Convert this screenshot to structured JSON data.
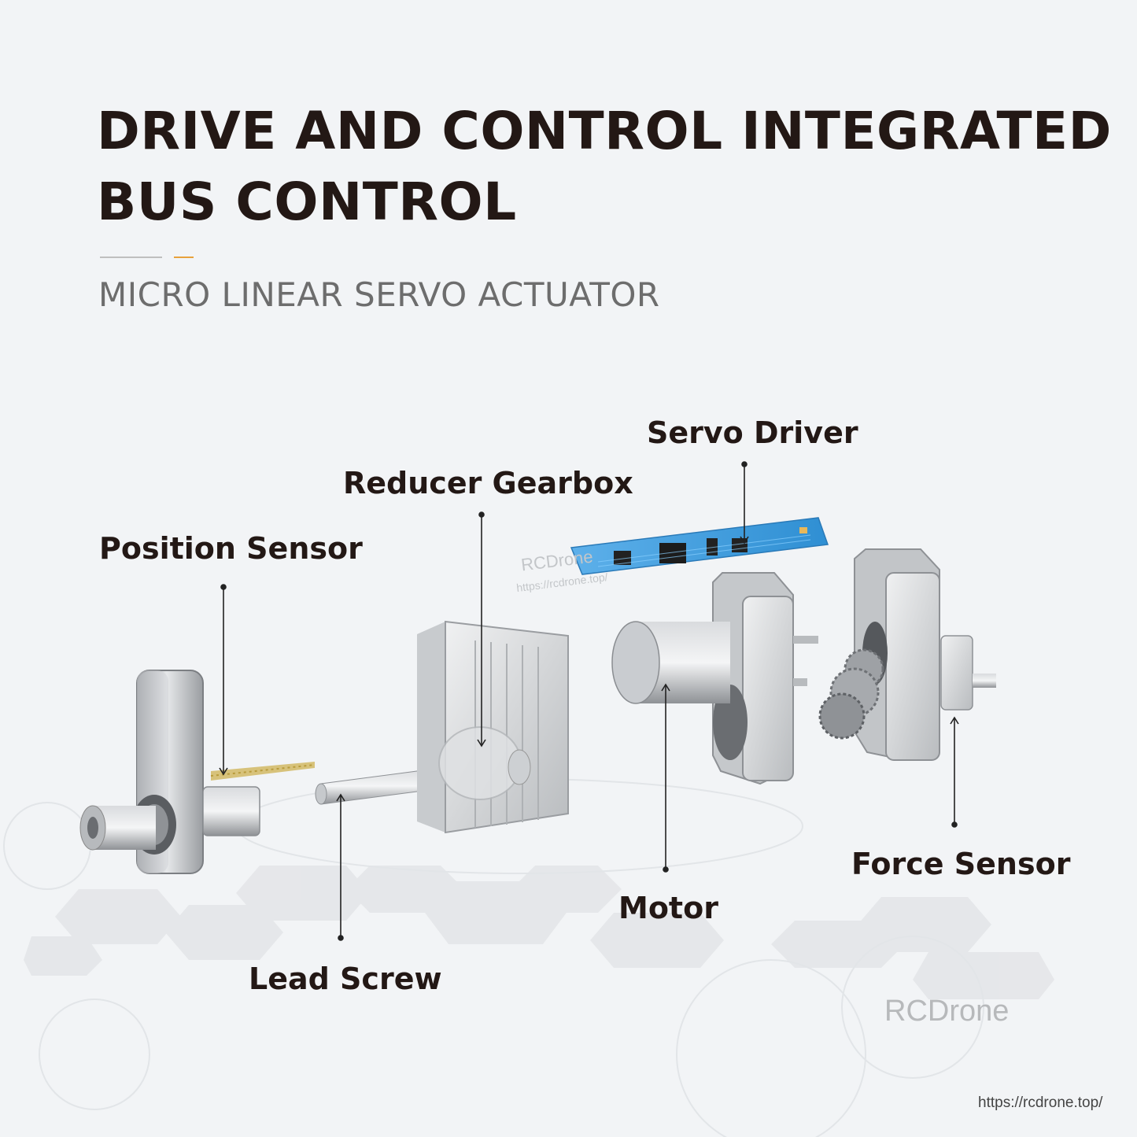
{
  "heading": {
    "title_line1": "DRIVE AND CONTROL INTEGRATED",
    "title_line2": "BUS CONTROL",
    "subtitle": "MICRO LINEAR SERVO ACTUATOR"
  },
  "labels": {
    "servo_driver": "Servo Driver",
    "reducer_gearbox": "Reducer Gearbox",
    "position_sensor": "Position Sensor",
    "lead_screw": "Lead Screw",
    "motor": "Motor",
    "force_sensor": "Force Sensor"
  },
  "watermarks": {
    "brand_small": "RCDrone",
    "url_small": "https://rcdrone.top/",
    "brand_large": "RCDrone",
    "footer_url": "https://rcdrone.top/"
  },
  "colors": {
    "background": "#f2f4f6",
    "title": "#231815",
    "subtitle": "#6d6d6d",
    "accent_rule": "#e8a13c",
    "pcb": "#3d9ad9"
  }
}
